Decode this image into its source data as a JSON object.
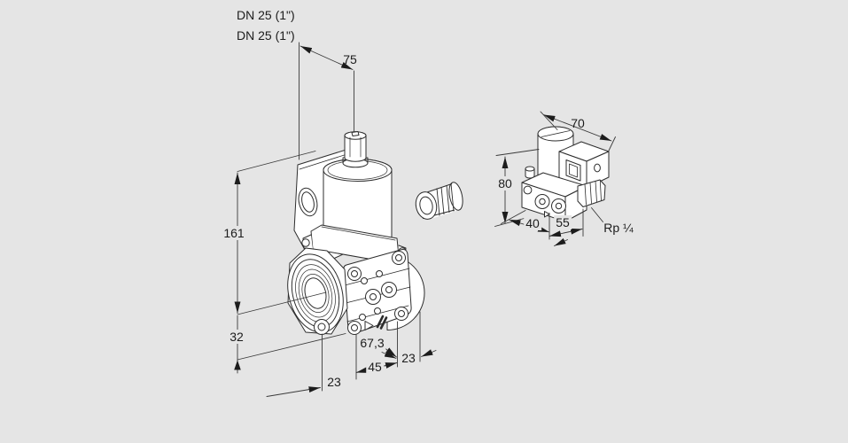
{
  "colors": {
    "background": "#e5e5e5",
    "line": "#2d2d2d",
    "dimension_line": "#3a3a3a",
    "fill": "#ffffff",
    "text": "#1c1c1c"
  },
  "diagram": {
    "type": "technical-dimension-drawing",
    "views": [
      "main-isometric-view",
      "side-isometric-view"
    ]
  },
  "labels": {
    "dn_line1": "DN 25 (1\")",
    "dn_line2": "DN 25 (1\")",
    "dim_75": "75",
    "dim_161": "161",
    "dim_32": "32",
    "dim_67_3": "67,3",
    "dim_45": "45",
    "dim_23_left": "23",
    "dim_23_right": "23",
    "dim_70": "70",
    "dim_80": "80",
    "dim_40": "40",
    "dim_55": "55",
    "thread": "Rp ¼"
  }
}
